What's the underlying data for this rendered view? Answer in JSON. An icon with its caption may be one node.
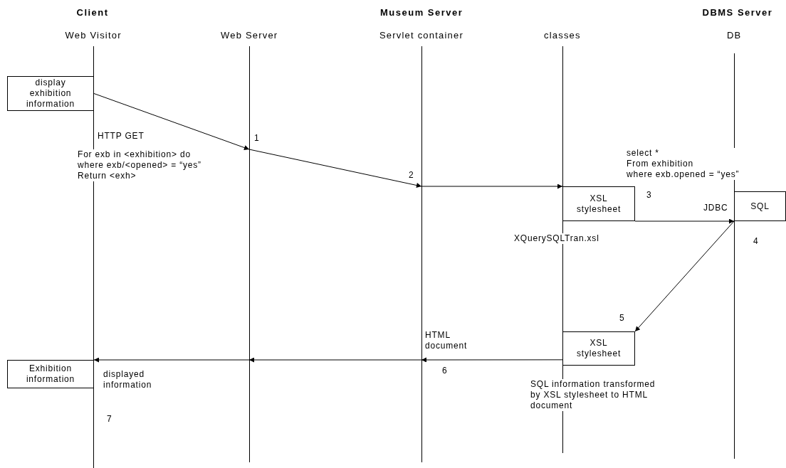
{
  "diagram": {
    "nodes": [
      {
        "text": [
          "display exhibition information"
        ]
      },
      {
        "text": [],
        "shape": "line",
        "beside": [
          "Web Visitor"
        ]
      },
      {
        "text": [],
        "shape": "line",
        "beside": [
          "Web Server"
        ]
      },
      {
        "text": [],
        "shape": "line",
        "beside": [
          "Servlet container"
        ]
      },
      {
        "text": [],
        "shape": "line",
        "beside": [
          "classes"
        ]
      },
      {
        "text": [],
        "shape": "line",
        "beside": [
          "DB"
        ]
      },
      {
        "text": [
          "XSL stylesheet"
        ]
      },
      {
        "text": [
          "SQL"
        ]
      },
      {
        "text": [
          "XSL stylesheet"
        ]
      },
      {
        "text": [
          "Exhibition information"
        ]
      }
    ],
    "edges": [
      {
        "from": 0,
        "to": 2,
        "arrow": "to"
      },
      {
        "from": 2,
        "to": 3,
        "arrow": "to"
      },
      {
        "from": 3,
        "to": 6,
        "arrow": "to"
      },
      {
        "from": 6,
        "to": 7,
        "arrow": "to"
      },
      {
        "from": 7,
        "to": 8,
        "arrow": "to"
      },
      {
        "from": 8,
        "to": 3,
        "arrow": "to"
      },
      {
        "from": 3,
        "to": 2,
        "arrow": "to"
      },
      {
        "from": 2,
        "to": 9,
        "arrow": "to"
      }
    ],
    "labels": [
      "Client",
      "Museum Server",
      "DBMS Server",
      "HTTP GET",
      "1",
      "For exb in <exhibition> do where exb/<opened> = “yes” Return <exh>",
      "select * From exhibition where exb.opened = “yes”",
      "2",
      "3",
      "JDBC",
      "XQuerySQLTran.xsl",
      "4",
      "5",
      "HTML document",
      "6",
      "displayed information",
      "SQL information transformed by XSL stylesheet to HTML document",
      "7"
    ]
  }
}
